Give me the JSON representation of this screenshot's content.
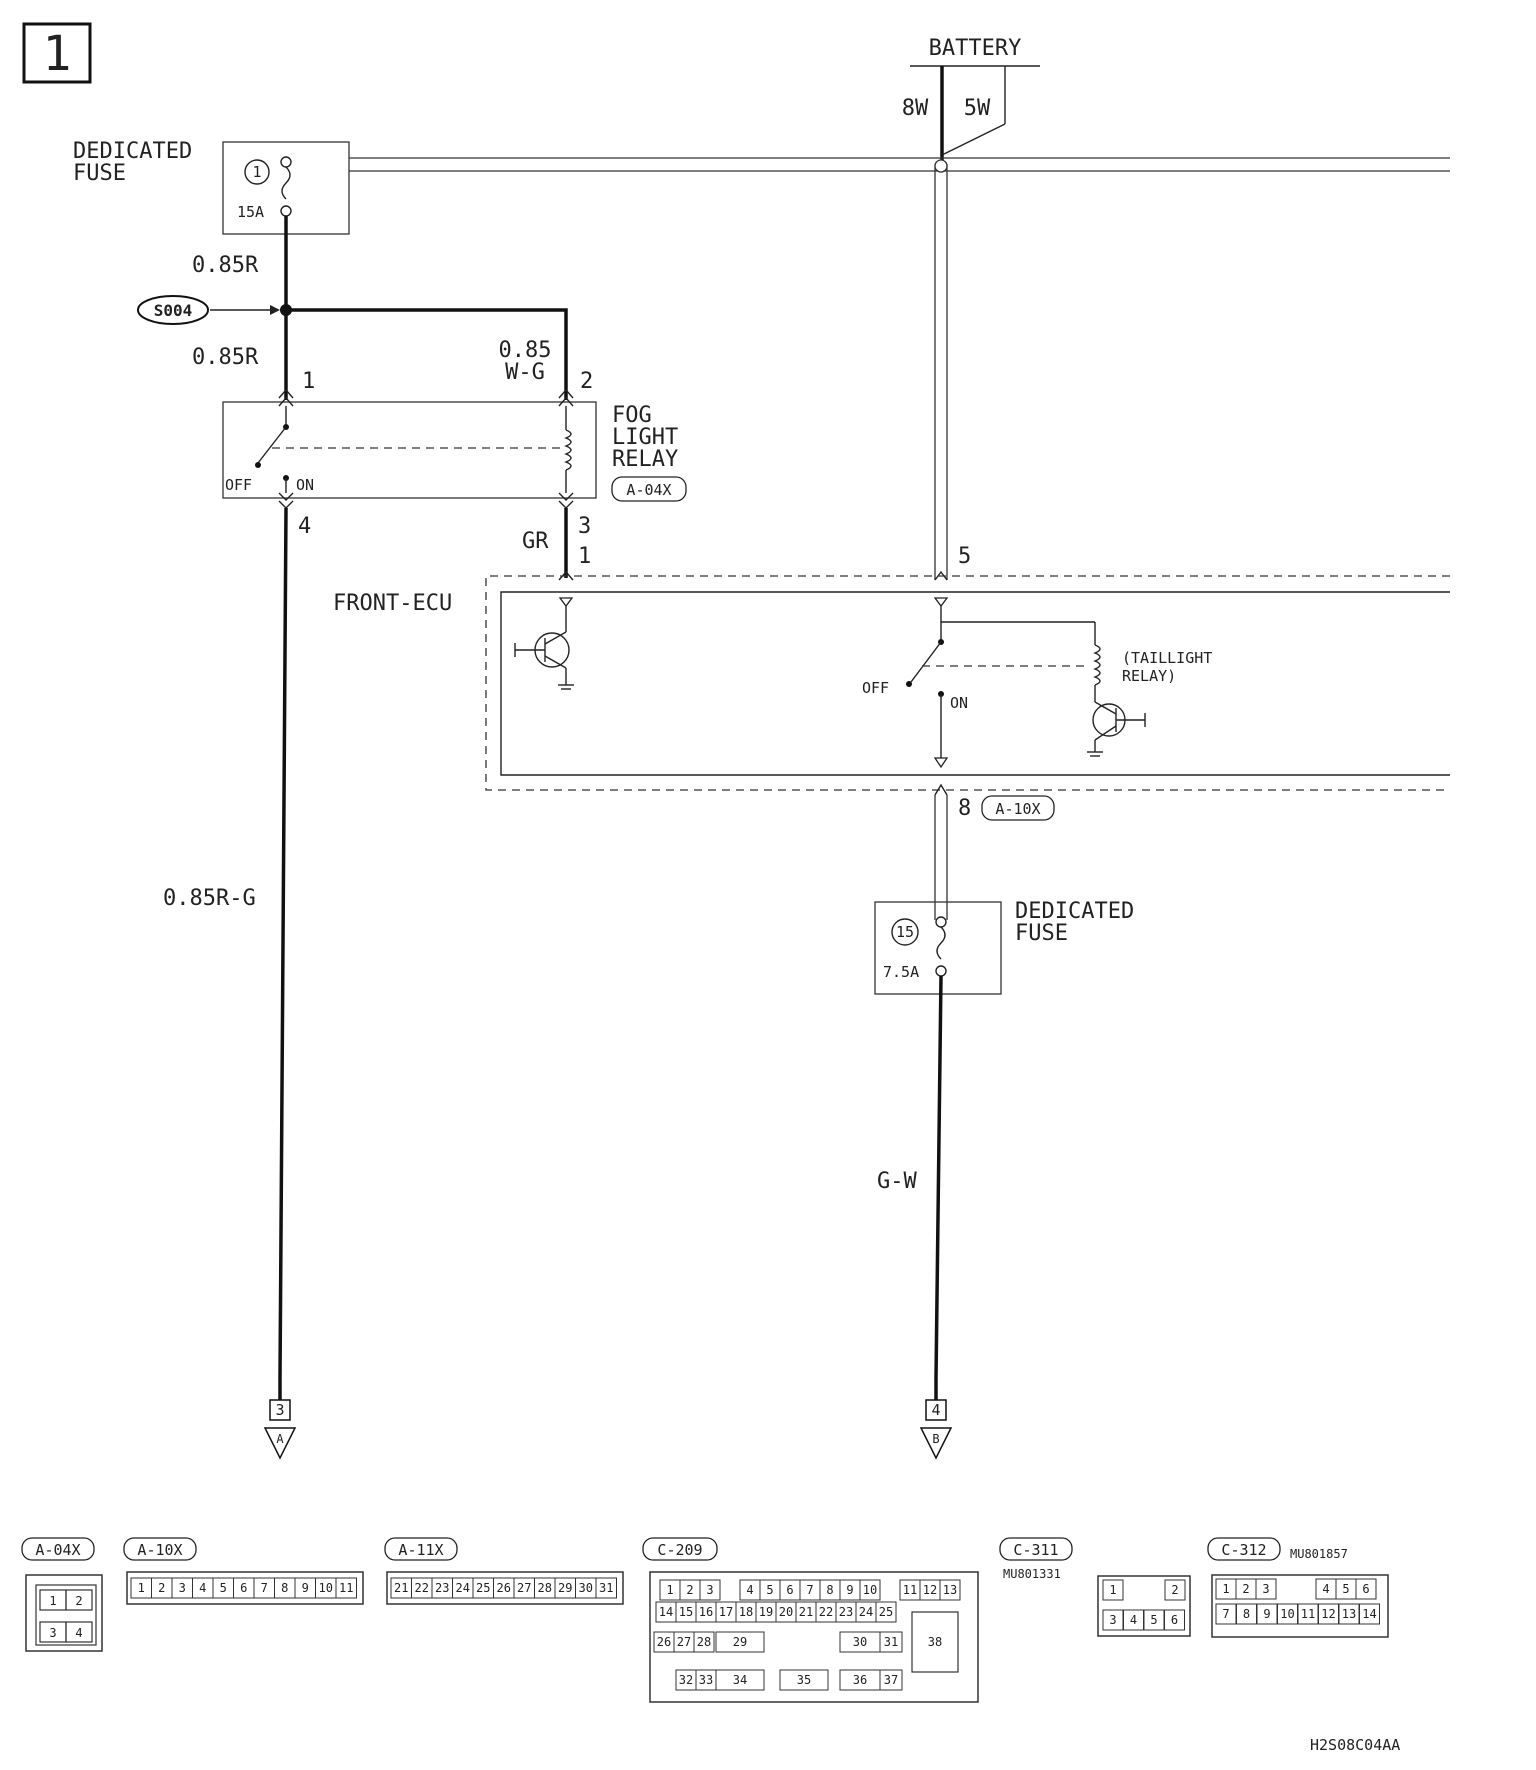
{
  "page_number": "1",
  "labels": {
    "battery": "BATTERY",
    "battery_8w": "8W",
    "battery_5w": "5W",
    "dedicated_fuse": [
      "DEDICATED",
      "FUSE"
    ],
    "fuse1_num": "1",
    "fuse1_rating": "15A",
    "fuse15_num": "15",
    "fuse15_rating": "7.5A",
    "s004": "S004",
    "wire_085r_top": "0.85R",
    "wire_085r_mid": "0.85R",
    "wire_085_wg": [
      "0.85",
      "W-G"
    ],
    "wire_gr": "GR",
    "wire_085rg": "0.85R-G",
    "wire_gw": "G-W",
    "fog_relay": [
      "FOG",
      "LIGHT",
      "RELAY"
    ],
    "fog_relay_conn": "A-04X",
    "off": "OFF",
    "on": "ON",
    "pin1": "1",
    "pin2": "2",
    "pin3": "3",
    "pin4": "4",
    "pin1_ecu": "1",
    "pin5": "5",
    "pin8": "8",
    "a10x_tag": "A-10X",
    "front_ecu": "FRONT-ECU",
    "taillight_relay": [
      "(TAILLIGHT",
      "RELAY)"
    ],
    "ecu_off": "OFF",
    "ecu_on": "ON",
    "conn3": "3",
    "connA": "A",
    "conn4": "4",
    "connB": "B",
    "doc_code": "H2S08C04AA"
  },
  "connectors": {
    "a04x": {
      "name": "A-04X",
      "pins": [
        "1",
        "2",
        "3",
        "4"
      ]
    },
    "a10x": {
      "name": "A-10X",
      "pins": [
        "1",
        "2",
        "3",
        "4",
        "5",
        "6",
        "7",
        "8",
        "9",
        "10",
        "11"
      ]
    },
    "a11x": {
      "name": "A-11X",
      "pins": [
        "21",
        "22",
        "23",
        "24",
        "25",
        "26",
        "27",
        "28",
        "29",
        "30",
        "31"
      ]
    },
    "c209": {
      "name": "C-209",
      "row1": [
        "1",
        "2",
        "3",
        "4",
        "5",
        "6",
        "7",
        "8",
        "9",
        "10",
        "11",
        "12",
        "13"
      ],
      "row2": [
        "14",
        "15",
        "16",
        "17",
        "18",
        "19",
        "20",
        "21",
        "22",
        "23",
        "24",
        "25"
      ],
      "row3": [
        "26",
        "27",
        "28",
        "29",
        "30",
        "31"
      ],
      "row4": [
        "32",
        "33",
        "34",
        "35",
        "36",
        "37"
      ],
      "big": "38"
    },
    "c311": {
      "name": "C-311",
      "part": "MU801331",
      "row1": [
        "1",
        "2"
      ],
      "row2": [
        "3",
        "4",
        "5",
        "6"
      ]
    },
    "c312": {
      "name": "C-312",
      "part": "MU801857",
      "row1": [
        "1",
        "2",
        "3",
        "4",
        "5",
        "6"
      ],
      "row2": [
        "7",
        "8",
        "9",
        "10",
        "11",
        "12",
        "13",
        "14"
      ]
    }
  }
}
